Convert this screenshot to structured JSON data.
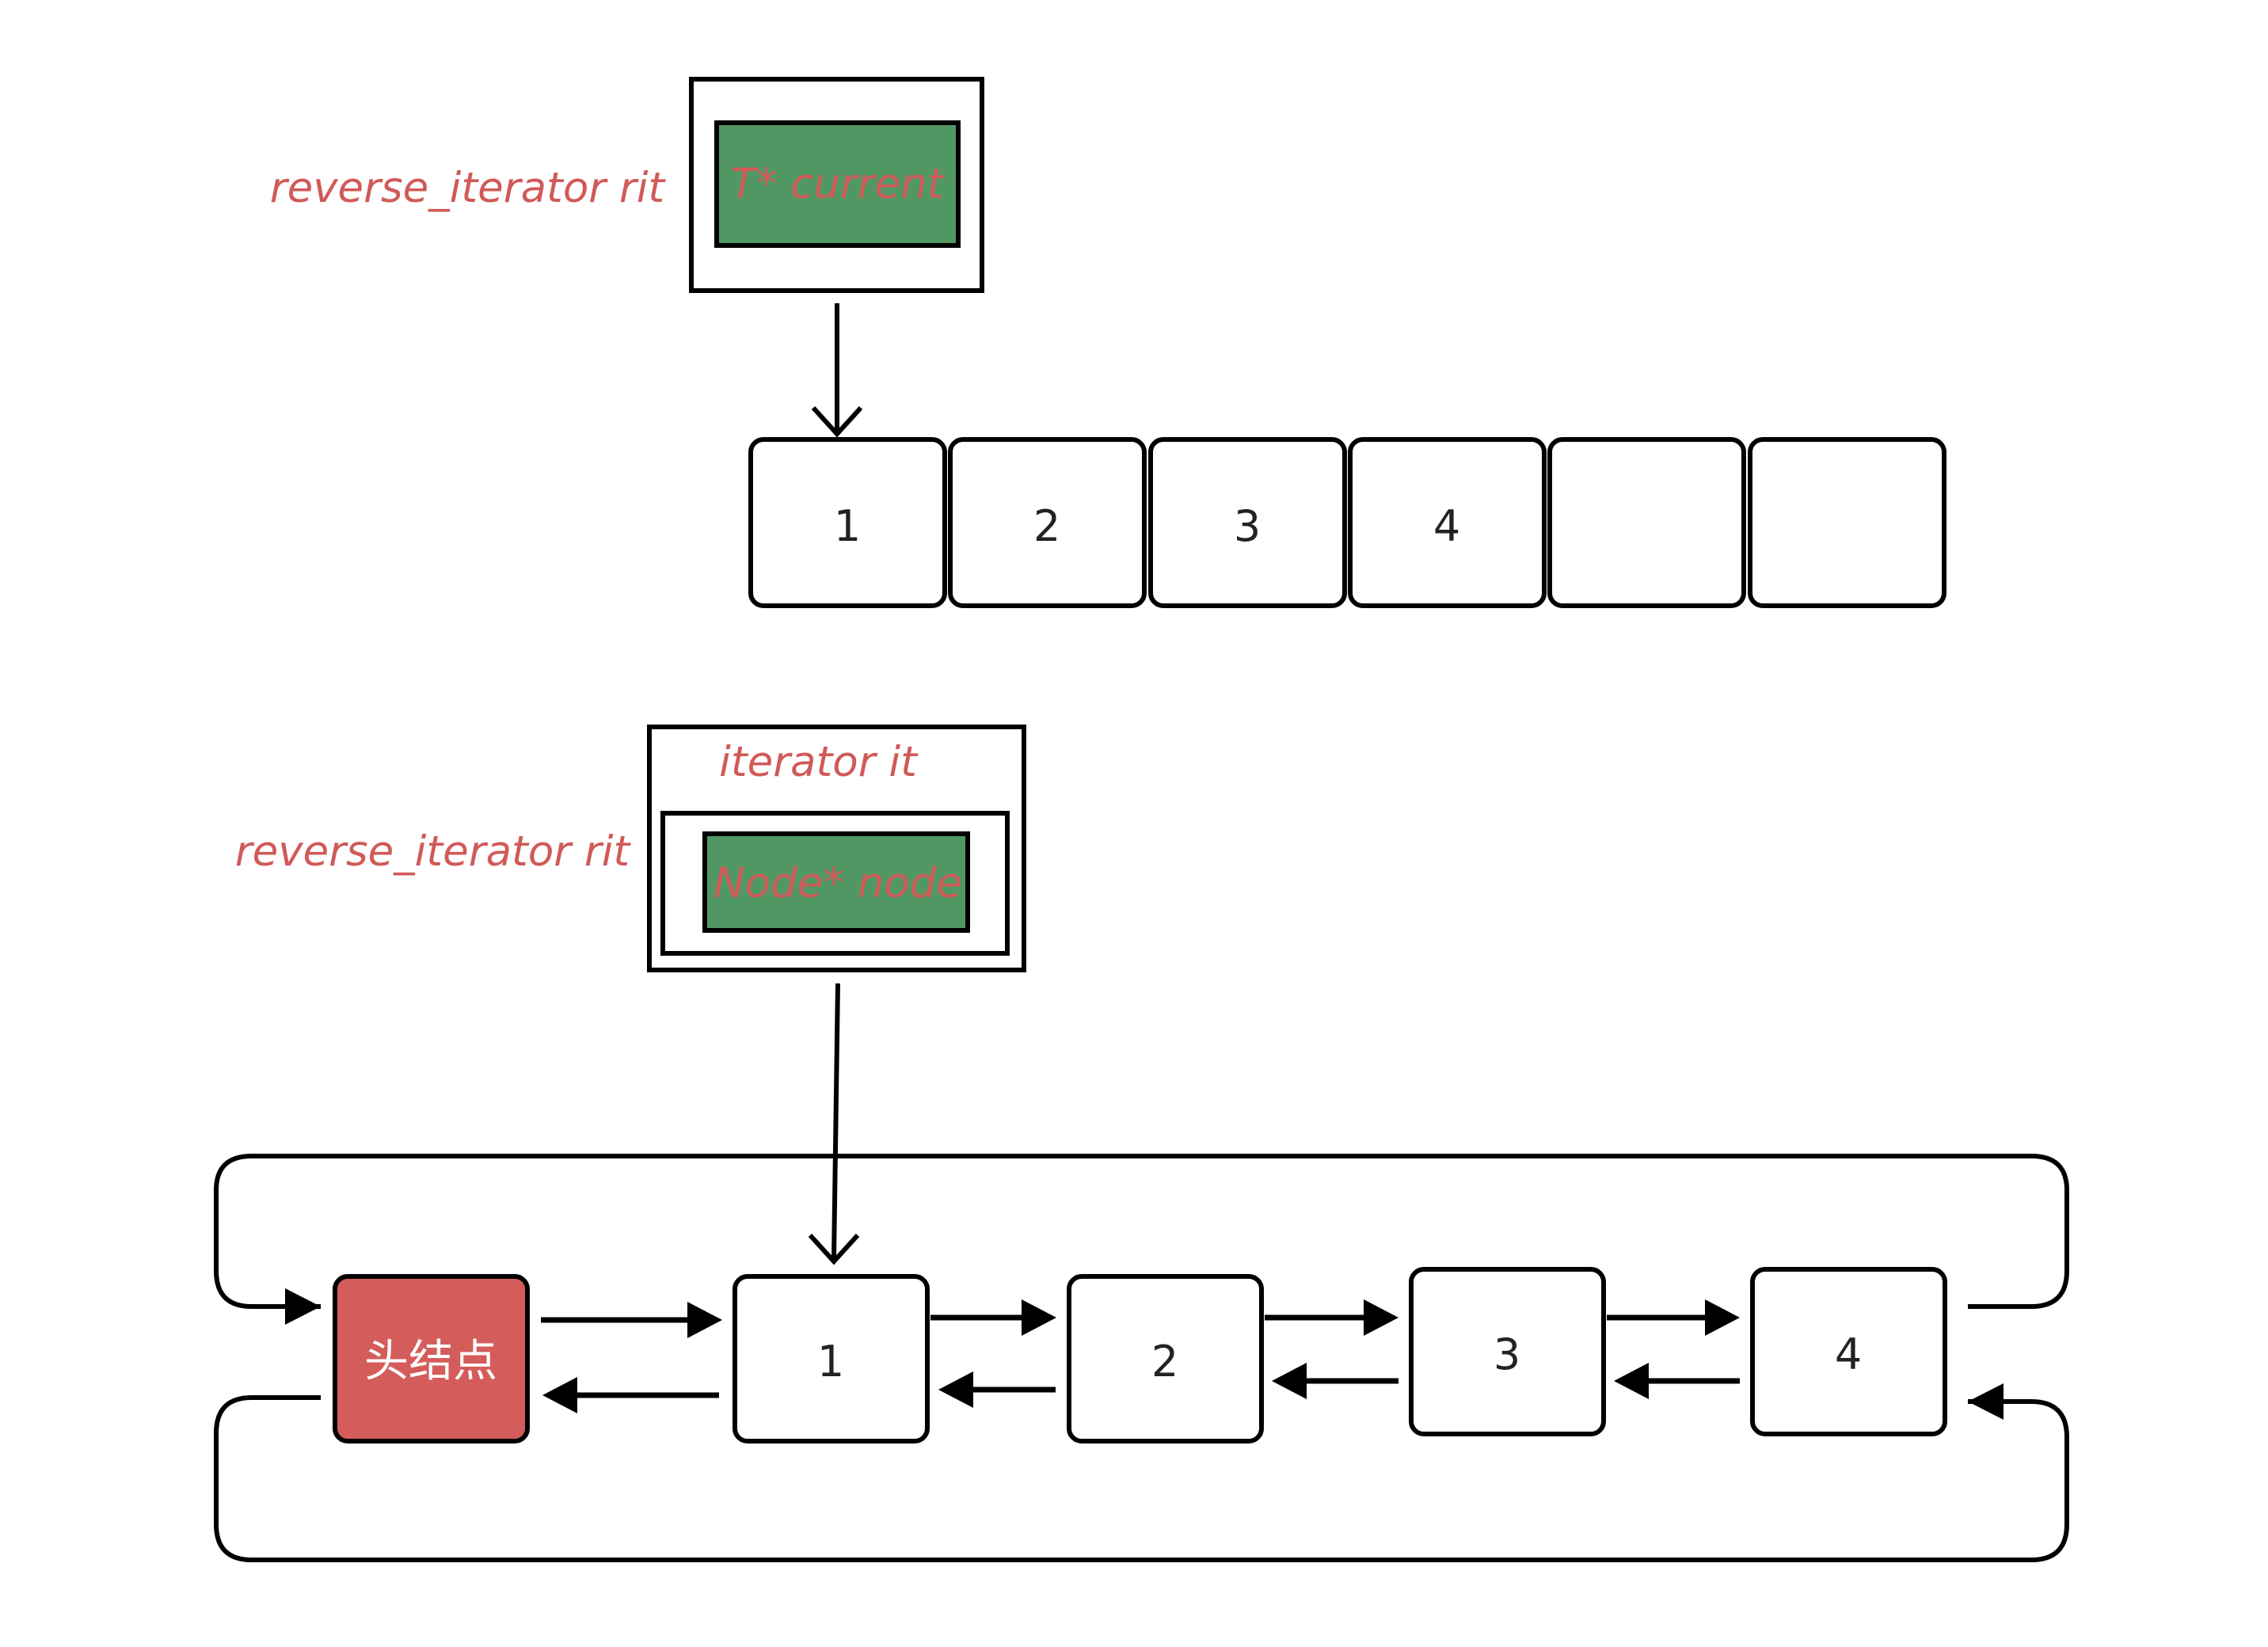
{
  "colors": {
    "label": "#d05a58",
    "pointer_fill": "#519764",
    "head_fill": "#d45d5b",
    "stroke": "#000000",
    "cell_fill": "#ffffff"
  },
  "vector_section": {
    "reverse_iterator_label": "reverse_iterator rit",
    "pointer_field": "T* current",
    "cells": [
      "1",
      "2",
      "3",
      "4",
      "",
      ""
    ]
  },
  "list_section": {
    "reverse_iterator_label": "reverse_iterator rit",
    "iterator_label": "iterator it",
    "pointer_field": "Node* node",
    "head_node_label": "头结点",
    "nodes": [
      "1",
      "2",
      "3",
      "4"
    ]
  }
}
